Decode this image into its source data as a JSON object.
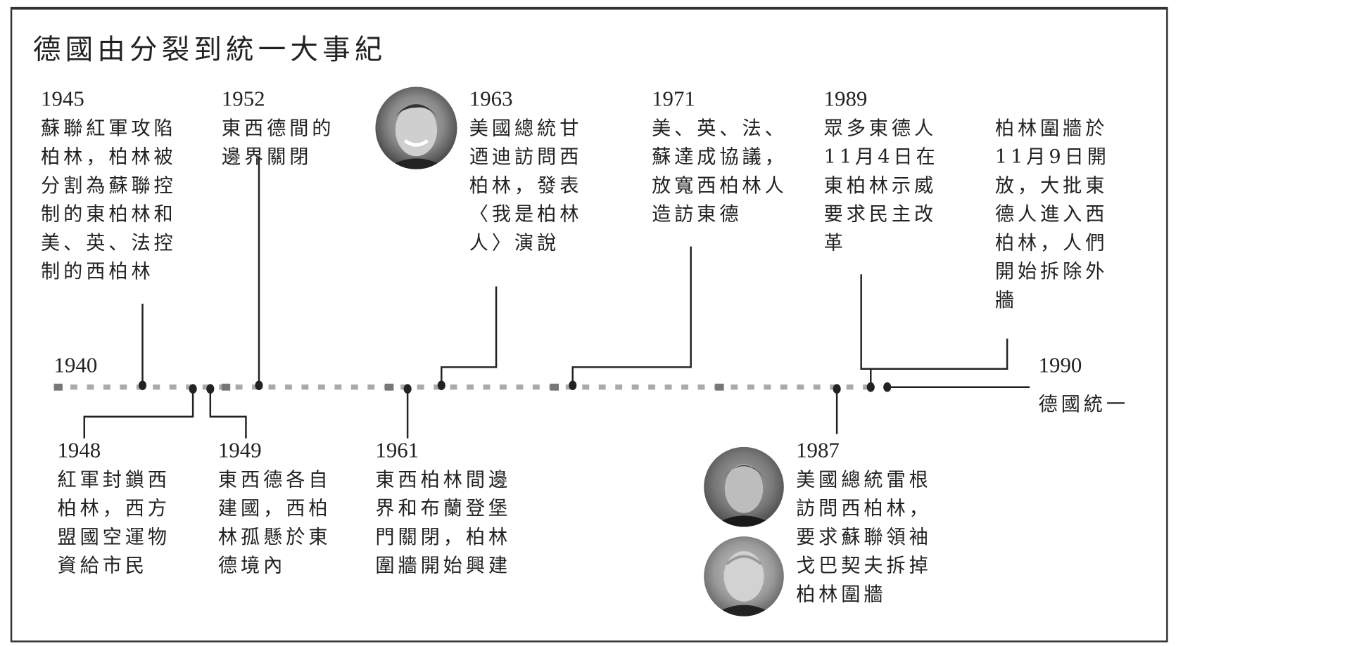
{
  "title": "德國由分裂到統一大事紀",
  "timeline": {
    "start_label": "1940",
    "end_year": "1990",
    "end_text": "德國統一"
  },
  "events_top": [
    {
      "year": "1945",
      "lines": [
        "蘇聯紅軍攻陷",
        "柏林，柏林被",
        "分割為蘇聯控",
        "制的東柏林和",
        "美、英、法控",
        "制的西柏林"
      ]
    },
    {
      "year": "1952",
      "lines": [
        "東西德間的",
        "邊界關閉"
      ]
    },
    {
      "year": "1963",
      "lines": [
        "美國總統甘",
        "迺迪訪問西",
        "柏林，發表",
        "〈我是柏林",
        "人〉演說"
      ]
    },
    {
      "year": "1971",
      "lines": [
        "美、英、法、",
        "蘇達成協議，",
        "放寬西柏林人",
        "造訪東德"
      ]
    },
    {
      "year": "1989",
      "lines": [
        "眾多東德人",
        "11月4日在",
        "東柏林示威",
        "要求民主改",
        "革"
      ]
    },
    {
      "year": "",
      "lines": [
        "柏林圍牆於",
        "11月9日開",
        "放，大批東",
        "德人進入西",
        "柏林，人們",
        "開始拆除外",
        "牆"
      ]
    }
  ],
  "events_bottom": [
    {
      "year": "1948",
      "lines": [
        "紅軍封鎖西",
        "柏林，西方",
        "盟國空運物",
        "資給市民"
      ]
    },
    {
      "year": "1949",
      "lines": [
        "東西德各自",
        "建國，西柏",
        "林孤懸於東",
        "德境內"
      ]
    },
    {
      "year": "1961",
      "lines": [
        "東西柏林間邊",
        "界和布蘭登堡",
        "門關閉，柏林",
        "圍牆開始興建"
      ]
    },
    {
      "year": "1987",
      "lines": [
        "美國總統雷根",
        "訪問西柏林，",
        "要求蘇聯領袖",
        "戈巴契夫拆掉",
        "柏林圍牆"
      ]
    }
  ]
}
